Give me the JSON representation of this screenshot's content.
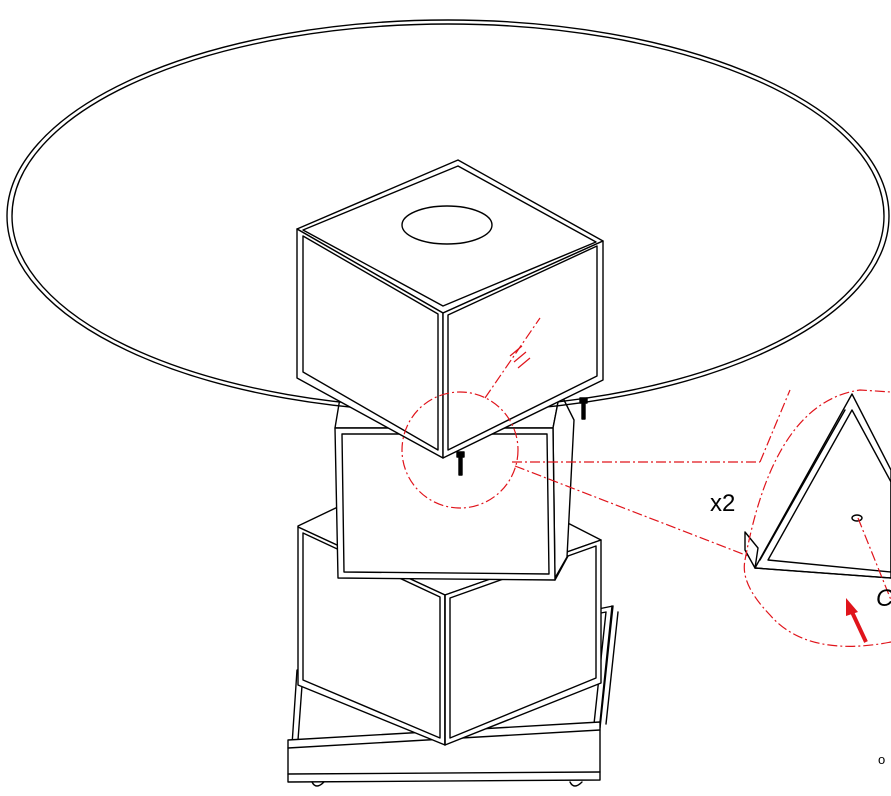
{
  "diagram": {
    "quantity_label": "x2",
    "partial_glyph": "C",
    "tiny_glyph": "o",
    "colors": {
      "line": "#000000",
      "callout": "#e0141b",
      "background": "#ffffff"
    },
    "parts": [
      "glass-tabletop",
      "top-cube",
      "middle-cube",
      "bottom-cube",
      "base-plate",
      "screws",
      "detail-callout",
      "insertion-arrow"
    ]
  }
}
